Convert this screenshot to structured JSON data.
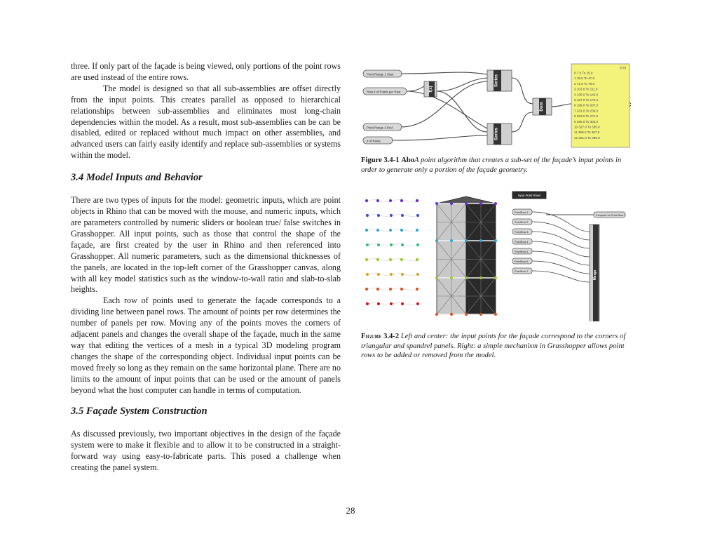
{
  "body": {
    "p1": "three.  If only part of the façade is being viewed, only portions of the  point rows are used instead of the entire rows.",
    "p2": "The model is designed so that all sub-assemblies are offset directly from the input points.  This creates parallel as opposed to hierarchical relationships between sub-assemblies and eliminates most long-chain dependencies within the model. As a result, most sub-assemblies can be can be disabled, edited or replaced without much impact on other assemblies, and advanced users can fairly easily identify and replace sub-assemblies or systems within the model.",
    "h34": "3.4 Model Inputs and Behavior",
    "p3": "There are two types of inputs for the model: geometric inputs, which are point objects in Rhino that can be moved with the mouse, and numeric inputs, which are parameters controlled by numeric sliders or boolean true/ false switches in Grasshopper.  All input points, such as those that control the shape of the façade, are first created by the user in Rhino and then referenced into Grasshopper.  All numeric parameters, such as the dimensional thicknesses of the panels, are located in the top-left corner of the Grasshopper canvas, along with all key model statistics such as the window-to-wall ratio and slab-to-slab heights.",
    "p4": "Each row of points used to generate the façade corresponds to a dividing line between panel rows.  The amount of points per row determines the number of panels per row.  Moving any of the points moves the corners of adjacent panels and changes the overall shape of the façade, much in the same way that editing the vertices of a mesh in a typical 3D modeling program changes the shape of the corresponding object.  Individual input points can be moved freely so long as they remain on the same horizontal plane.  There are no limits to the amount of input points that can be used or the amount of panels beyond what the host computer can handle in terms of computation.",
    "h35": "3.5 Façade System Construction",
    "p5": "As discussed previously, two important objectives in the design of  the façade system were to make it flexible and to allow it to be constructed in a straight-forward way using easy-to-fabricate parts.  This posed a challenge when creating the panel system."
  },
  "figure1": {
    "label": "Figure 3.4-1",
    "lead": "Abo",
    "caption": "A point algorithm that creates a sub-set of the façade’s input points in order to generate only a portion of the façade geometry.",
    "nodes": {
      "in1": "Point Range 1 Start",
      "in2": "Row # of Points per Row",
      "in3": "Point Range 2 End",
      "in4": "# of Rows",
      "fx": "f(x)",
      "series": "Series",
      "dom": "Dom"
    },
    "panel_header": "{0;0}",
    "panel_rows": [
      "0 7.0 To 15.0",
      "1 39.0 To 47.0",
      "2 71.0 To 79.0",
      "3 103.0 To 111.0",
      "4 135.0 To 143.0",
      "5 167.0 To 175.0",
      "6 199.0 To 207.0",
      "7 231.0 To 239.0",
      "8 263.0 To 271.0",
      "9 295.0 To 303.0",
      "10 327.0 To 335.0",
      "11 359.0 To 367.0",
      "12 391.0 To 399.0"
    ]
  },
  "figure2": {
    "label": "Figure 3.4-2",
    "caption": "Left and center: the input points for the façade correspond to the corners of triangular and spandrel panels.  Right: a simple mechanism in Grasshopper allows point rows to be added or removed from the model.",
    "header_node": "Input Point Rows",
    "row_nodes": [
      "PointRow 1",
      "PointRow 2",
      "PointRow 3",
      "PointRow 4",
      "PointRow 5",
      "PointRow 6",
      "PointRow 7"
    ],
    "output_node": "Compute for Point Row 7",
    "merge": "Merge"
  },
  "page_number": "28"
}
